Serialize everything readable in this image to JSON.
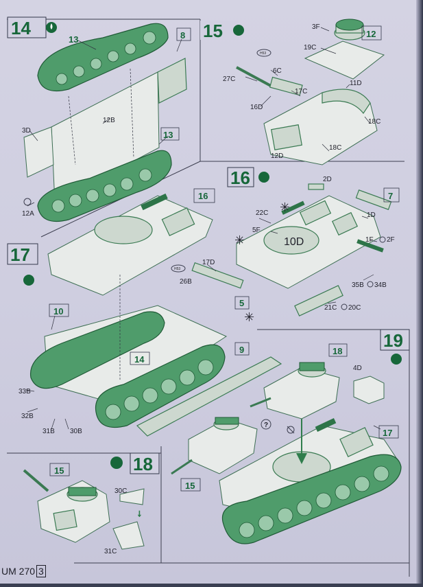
{
  "page": {
    "code": "UM 270",
    "page_number": "3"
  },
  "steps": {
    "s14": {
      "num": "14",
      "parts": {
        "a": "13",
        "b": "8",
        "c": "13",
        "d": "12B",
        "e": "3D",
        "f": "12A"
      }
    },
    "s15": {
      "num": "15",
      "parts": {
        "a": "12",
        "b": "3F",
        "c": "19C",
        "d": "6C",
        "e": "27C",
        "f": "17C",
        "g": "11D",
        "h": "16D",
        "i": "18C",
        "j": "12D",
        "k": "18C"
      }
    },
    "s16": {
      "num": "16",
      "parts": {
        "a": "2D",
        "b": "7",
        "c": "22C",
        "d": "1D",
        "e": "5F",
        "f": "10D",
        "g": "1F",
        "h": "2F",
        "i": "17D",
        "j": "26B",
        "k": "5",
        "l": "35B",
        "m": "34B",
        "n": "21C",
        "o": "20C",
        "p": "16"
      }
    },
    "s17": {
      "num": "17",
      "parts": {
        "a": "10",
        "b": "14",
        "c": "9",
        "d": "33B",
        "e": "32B",
        "f": "31B",
        "g": "30B"
      }
    },
    "s18": {
      "num": "18",
      "parts": {
        "a": "15",
        "b": "30C",
        "c": "31C"
      }
    },
    "s19": {
      "num": "19",
      "parts": {
        "a": "18",
        "b": "4D",
        "c": "15",
        "d": "17"
      }
    }
  },
  "marks": {
    "question": "?",
    "glue": "H53"
  },
  "colors": {
    "accent_green": "#17673a",
    "paper": "#d2d1e2",
    "line": "#3b3d4e",
    "track_green": "#4f9c6b"
  },
  "icons": [
    "glue-drop-icon",
    "cement-tube-icon",
    "asterisk-icon",
    "question-icon",
    "no-glue-icon",
    "decal-number-icon"
  ]
}
